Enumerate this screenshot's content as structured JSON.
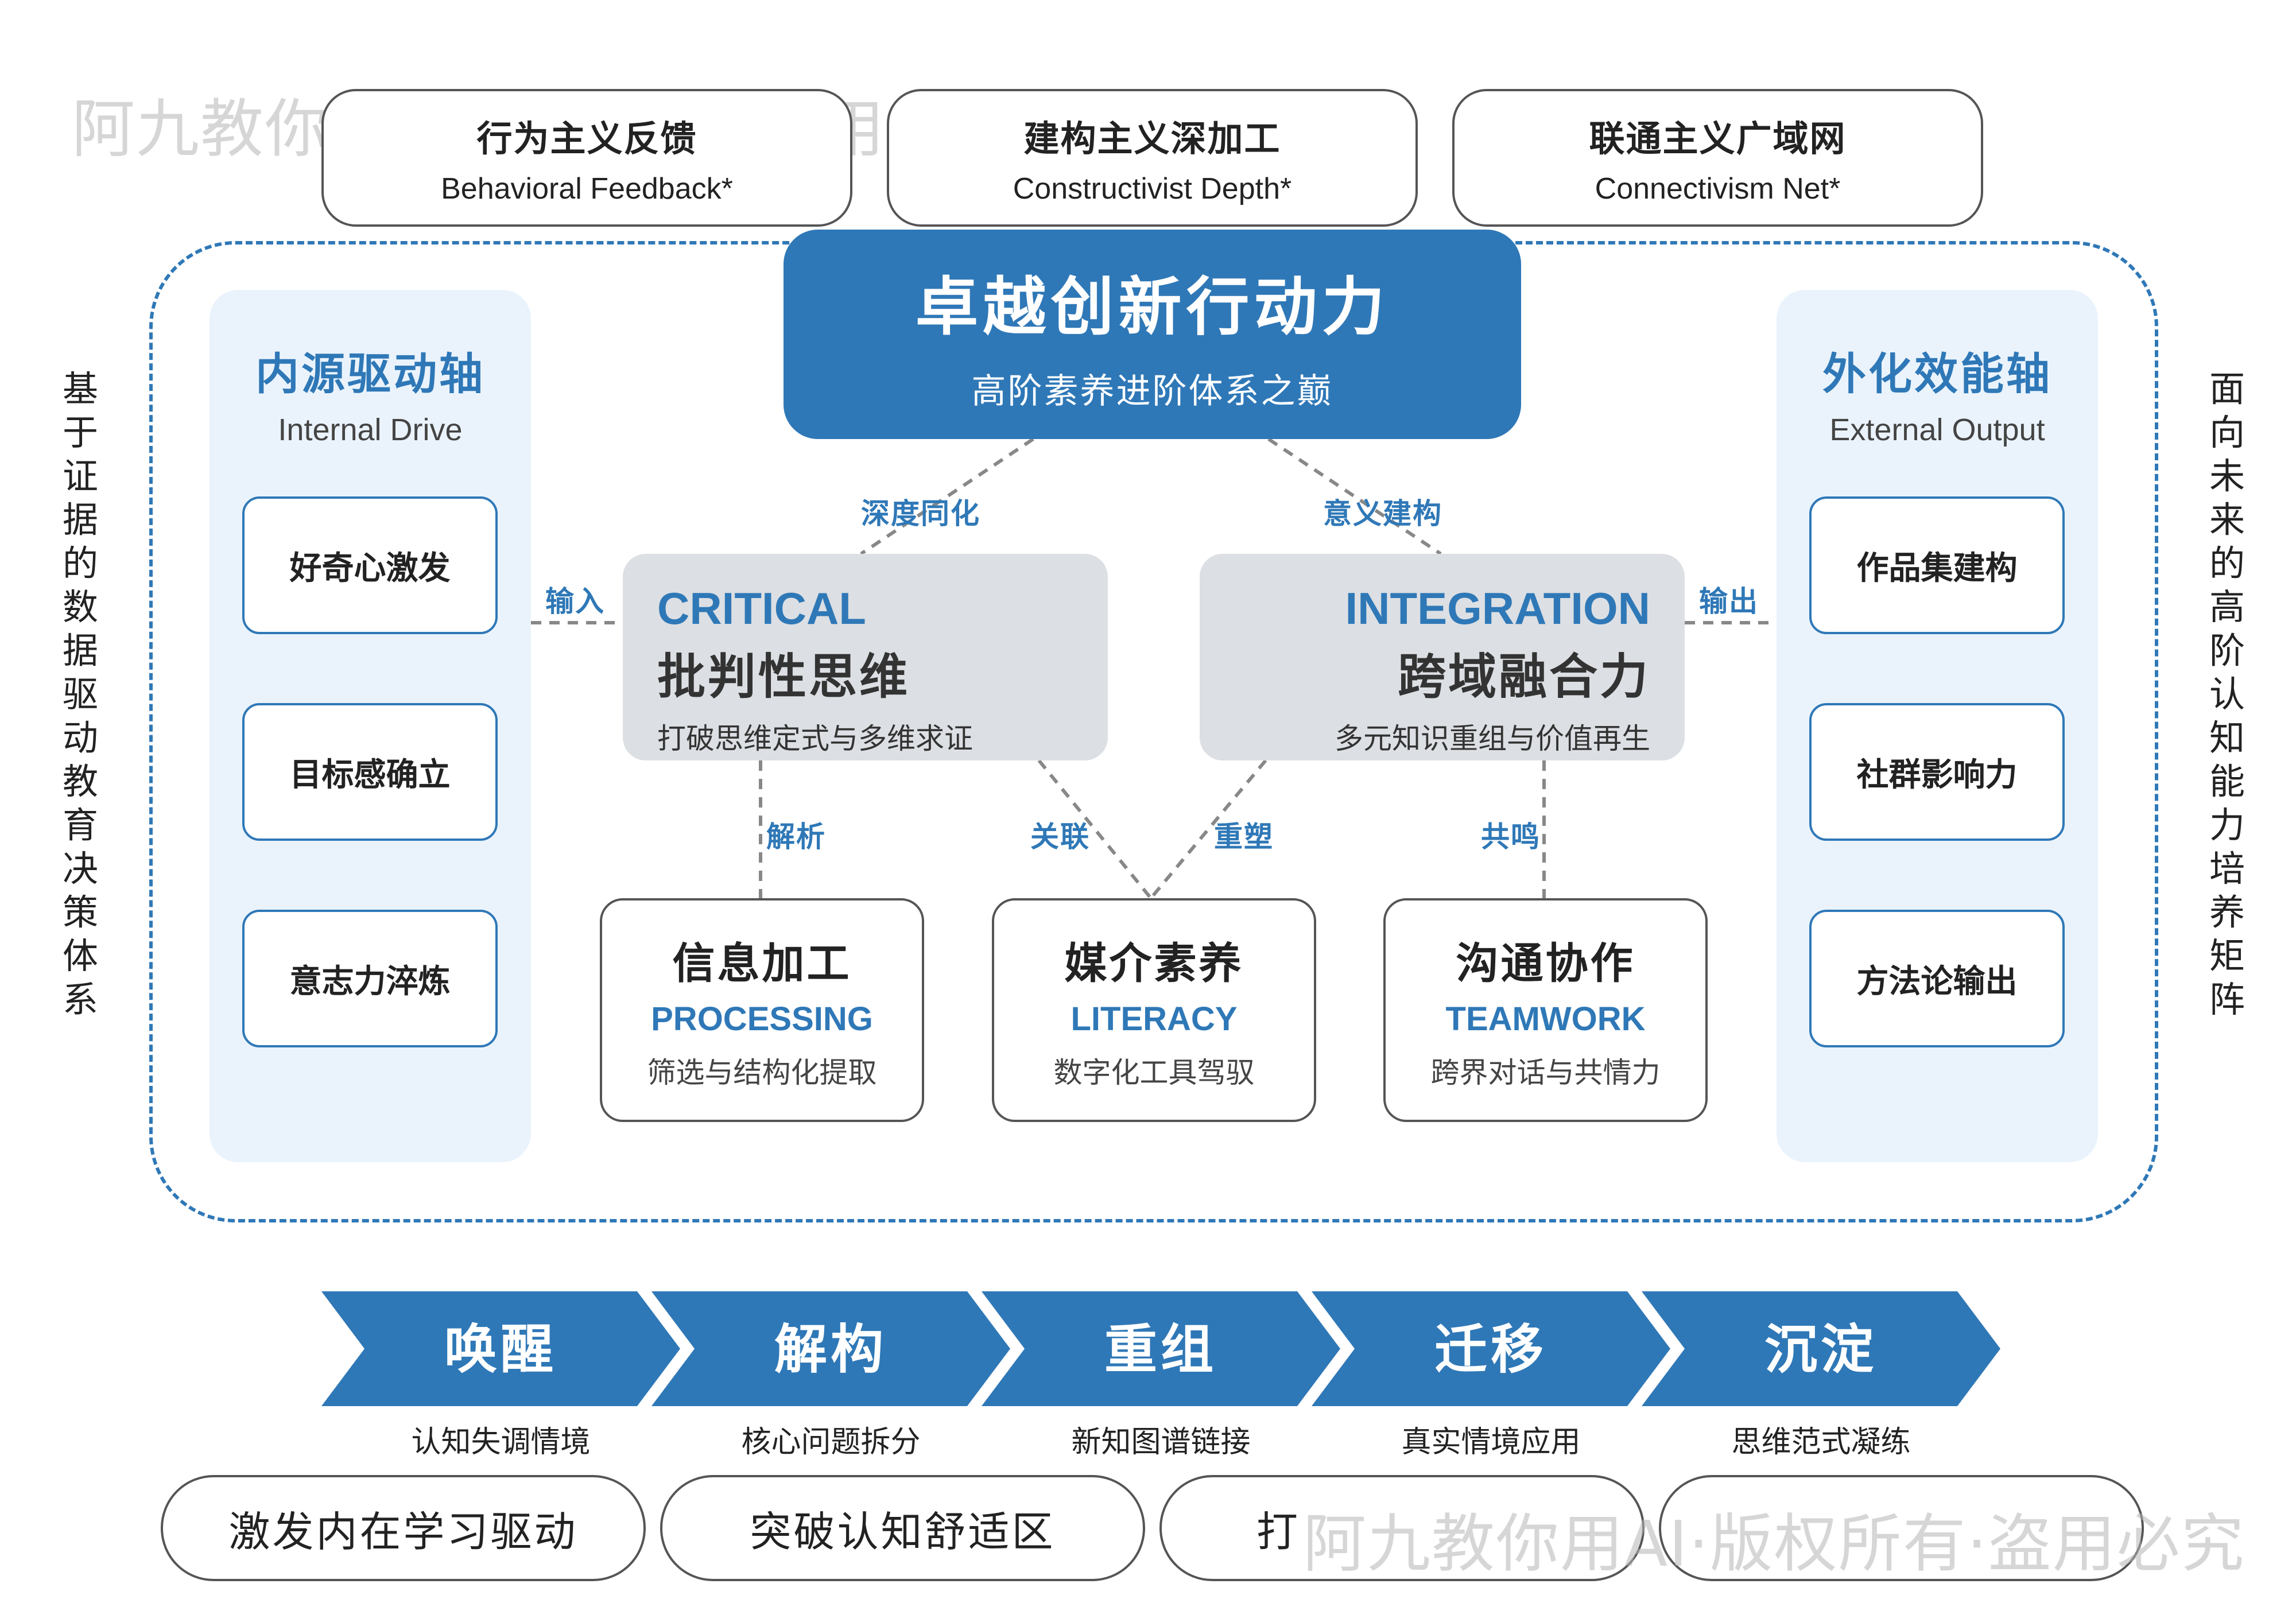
{
  "watermark": "阿九教你用AI·版权所有·盗用必究",
  "theories": [
    {
      "zh": "行为主义反馈",
      "en": "Behavioral Feedback*"
    },
    {
      "zh": "建构主义深加工",
      "en": "Constructivist Depth*"
    },
    {
      "zh": "联通主义广域网",
      "en": "Connectivism Net*"
    }
  ],
  "left_vertical": "基于证据的数据驱动教育决策体系",
  "right_vertical": "面向未来的高阶认知能力培养矩阵",
  "internal_axis": {
    "title": "内源驱动轴",
    "subtitle": "Internal Drive",
    "items": [
      "好奇心激发",
      "目标感确立",
      "意志力淬炼"
    ]
  },
  "external_axis": {
    "title": "外化效能轴",
    "subtitle": "External Output",
    "items": [
      "作品集建构",
      "社群影响力",
      "方法论输出"
    ]
  },
  "peak": {
    "title": "卓越创新行动力",
    "subtitle": "高阶素养进阶体系之巅"
  },
  "critical": {
    "en": "CRITICAL",
    "zh": "批判性思维",
    "desc": "打破思维定式与多维求证"
  },
  "integration": {
    "en": "INTEGRATION",
    "zh": "跨域融合力",
    "desc": "多元知识重组与价值再生"
  },
  "skills": [
    {
      "zh": "信息加工",
      "en": "PROCESSING",
      "desc": "筛选与结构化提取"
    },
    {
      "zh": "媒介素养",
      "en": "LITERACY",
      "desc": "数字化工具驾驭"
    },
    {
      "zh": "沟通协作",
      "en": "TEAMWORK",
      "desc": "跨界对话与共情力"
    }
  ],
  "connectors": {
    "input": "输入",
    "output": "输出",
    "deep_assimilation": "深度同化",
    "meaning_construction": "意义建构",
    "analysis": "解析",
    "association": "关联",
    "reshape": "重塑",
    "resonance": "共鸣"
  },
  "process_steps": [
    {
      "label": "唤醒",
      "caption": "认知失调情境"
    },
    {
      "label": "解构",
      "caption": "核心问题拆分"
    },
    {
      "label": "重组",
      "caption": "新知图谱链接"
    },
    {
      "label": "迁移",
      "caption": "真实情境应用"
    },
    {
      "label": "沉淀",
      "caption": "思维范式凝练"
    }
  ],
  "outcomes": [
    "激发内在学习驱动",
    "突破认知舒适区",
    "打",
    ""
  ],
  "colors": {
    "primary": "#2f78b7",
    "panel": "#eaf3fc",
    "mid_box": "#dcdfe3",
    "border": "#555555"
  }
}
